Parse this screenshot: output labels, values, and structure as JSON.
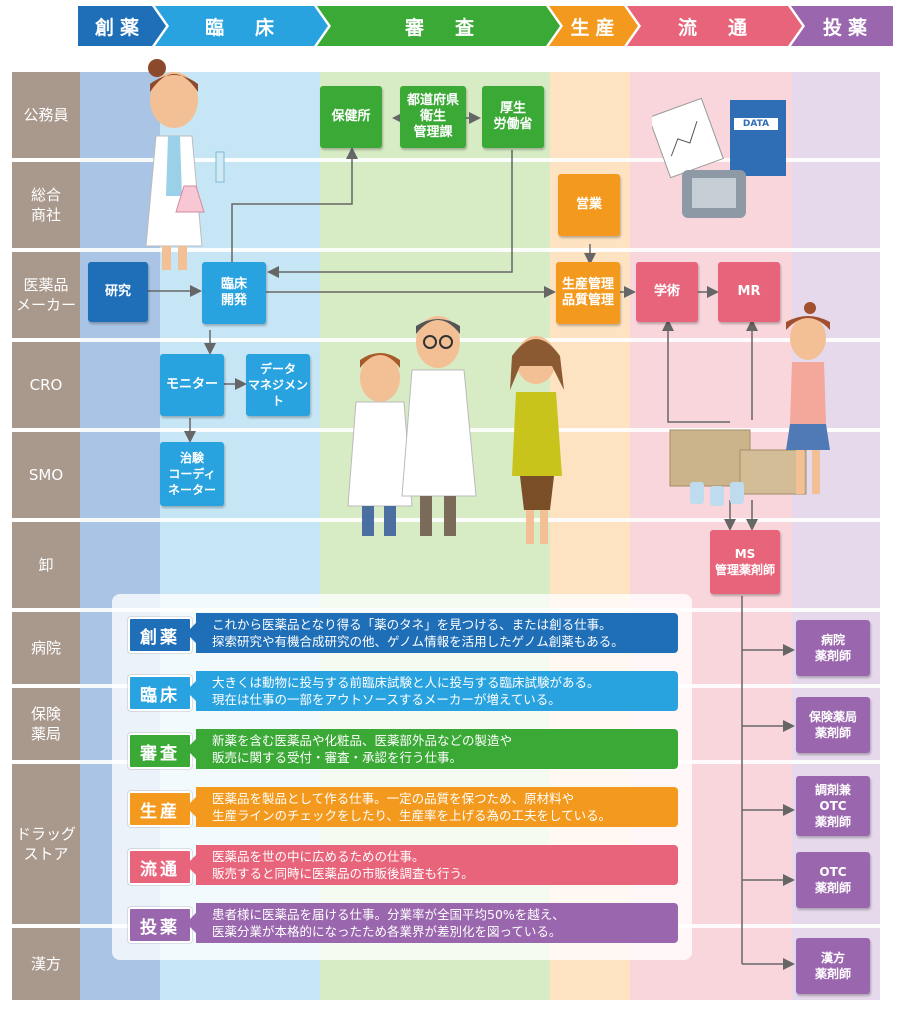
{
  "stages": [
    "創薬",
    "臨　床",
    "審　査",
    "生産",
    "流　通",
    "投薬"
  ],
  "colors": {
    "souyaku": "#1f6fb8",
    "rinsho": "#29a3e0",
    "shinsa": "#3aa935",
    "seisan": "#f39a1e",
    "ryutsu": "#e8647b",
    "toyaku": "#9a66ad"
  },
  "rows": [
    "公務員",
    "総合\n商社",
    "医薬品\nメーカー",
    "CRO",
    "SMO",
    "卸",
    "病院",
    "保険\n薬局",
    "ドラッグ\nストア",
    "漢方"
  ],
  "boxes": {
    "hokenjo": "保健所",
    "todofuken": "都道府県\n衛生\n管理課",
    "kosei": "厚生\n労働省",
    "eigyo": "営業",
    "kenkyu": "研究",
    "rinsho_kaihatsu": "臨床\n開発",
    "seisan_kanri": "生産管理\n品質管理",
    "gakujutsu": "学術",
    "mr": "MR",
    "monitor": "モニター",
    "data_mgmt": "データ\nマネジメント",
    "chiken": "治験\nコーディ\nネーター",
    "ms": "MS\n管理薬剤師",
    "byoin": "病院\n薬剤師",
    "hoken_yakkyoku": "保険薬局\n薬剤師",
    "chozai_otc": "調剤兼\nOTC\n薬剤師",
    "otc": "OTC\n薬剤師",
    "kampo": "漢方\n薬剤師"
  },
  "illustration": {
    "data_label": "DATA"
  },
  "descriptions": [
    {
      "label": "創薬",
      "text": "これから医薬品となり得る「薬のタネ」を見つける、または創る仕事。\n探索研究や有機合成研究の他、ゲノム情報を活用したゲノム創薬もある。"
    },
    {
      "label": "臨床",
      "text": "大きくは動物に投与する前臨床試験と人に投与する臨床試験がある。\n現在は仕事の一部をアウトソースするメーカーが増えている。"
    },
    {
      "label": "審査",
      "text": "新薬を含む医薬品や化粧品、医薬部外品などの製造や\n販売に関する受付・審査・承認を行う仕事。"
    },
    {
      "label": "生産",
      "text": "医薬品を製品として作る仕事。一定の品質を保つため、原材料や\n生産ラインのチェックをしたり、生産率を上げる為の工夫をしている。"
    },
    {
      "label": "流通",
      "text": "医薬品を世の中に広めるための仕事。\n販売すると同時に医薬品の市販後調査も行う。"
    },
    {
      "label": "投薬",
      "text": "患者様に医薬品を届ける仕事。分業率が全国平均50%を越え、\n医薬分業が本格的になったため各業界が差別化を図っている。"
    }
  ]
}
